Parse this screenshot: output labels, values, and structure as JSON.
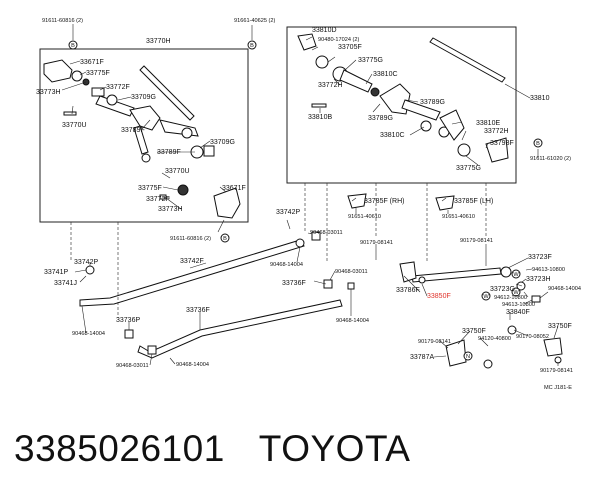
{
  "footer": {
    "part_number": "3385026101",
    "brand": "TOYOTA"
  },
  "diagram_code": "MC J181-E",
  "labels": {
    "l01": "91611-60816 (2)",
    "l02": "33770H",
    "l03": "33671F",
    "l04": "33775F",
    "l05": "33773H",
    "l06": "33772F",
    "l07": "33709G",
    "l08": "33770U",
    "l09": "33789F",
    "l10": "33709G",
    "l11": "33789F",
    "l12": "33770U",
    "l13": "33775F",
    "l14": "33671F",
    "l15": "33772F",
    "l16": "33773H",
    "l17": "91611-60816 (2)",
    "l18": "91661-40625 (2)",
    "l19": "33810D",
    "l20": "90480-17024 (2)",
    "l21": "33705F",
    "l22": "33775G",
    "l23": "33810C",
    "l24": "33772H",
    "l25": "33810B",
    "l26": "33789G",
    "l27": "33789G",
    "l28": "33810",
    "l29": "33810E",
    "l30": "33810C",
    "l31": "33772H",
    "l32": "33793F",
    "l33": "33775G",
    "l34": "91611-61020 (2)",
    "l35": "33785F (RH)",
    "l36": "91651-40610",
    "l37": "33785F (LH)",
    "l38": "91651-40610",
    "l39": "33742P",
    "l40": "90468-03011",
    "l41": "33742F",
    "l42": "90468-14004",
    "l43": "33742P",
    "l44": "33741P",
    "l45": "33741J",
    "l46": "90468-14004",
    "l47": "33736F",
    "l48": "90468-03011",
    "l49": "33736P",
    "l50": "33736F",
    "l51": "90468-03011",
    "l52": "90468-14004",
    "l53": "90468-14004",
    "l54": "90179-08141",
    "l55": "90179-08141",
    "l56": "33786F",
    "l57": "33850F",
    "l58": "33723F",
    "l59": "94613-10800",
    "l60": "33723G",
    "l61": "33723H",
    "l62": "94612-10800",
    "l63": "94613-10800",
    "l64": "90468-14004",
    "l65": "33840F",
    "l66": "33750F",
    "l67": "33750F",
    "l68": "90179-08141",
    "l69": "94120-40800",
    "l70": "90170-08052",
    "l71": "33787A",
    "l72": "90179-08141",
    "badge_b": "B",
    "badge_n": "N",
    "badge_w": "W"
  },
  "colors": {
    "ink": "#111111",
    "highlight": "#e0322a",
    "background": "#ffffff"
  }
}
